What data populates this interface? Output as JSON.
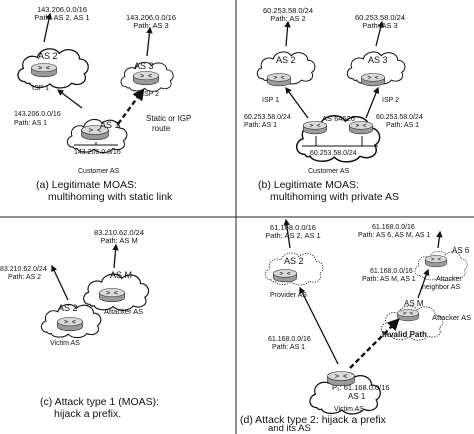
{
  "panel_a": {
    "caption_1": "(a) Legitimate MOAS:",
    "caption_2": "multihoming with static link",
    "as2": {
      "label": "AS 2",
      "isp": "ISP 1",
      "prefix": "143.206.0.0/16",
      "path": "Path: AS 2, AS 1"
    },
    "as3": {
      "label": "AS 3",
      "isp": "ISP 2",
      "prefix": "143.206.0.0/16",
      "path": "Path: AS 3"
    },
    "as1": {
      "label": "AS 1",
      "prefix": "143.206.0.0/16",
      "path": "Path: AS 1",
      "inner_prefix": "143.206.0.0/16",
      "name": "Customer AS"
    },
    "static_1": "Static or IGP",
    "static_2": "route"
  },
  "panel_b": {
    "caption_1": "(b) Legitimate MOAS:",
    "caption_2": "multihoming with private AS",
    "as2": {
      "label": "AS 2",
      "isp": "ISP 1",
      "prefix": "60.253.58.0/24",
      "path": "Path: AS 2"
    },
    "as3": {
      "label": "AS 3",
      "isp": "ISP 2",
      "prefix": "60.253.58.0/24",
      "path": "Path: AS 3"
    },
    "left_prefix": "60.253.58.0/24",
    "left_path": "Path: AS 1",
    "right_prefix": "60.253.58.0/24",
    "right_path": "Path: AS 1",
    "as_private": "AS 64626",
    "inner_prefix": "60.253.58.0/24",
    "name": "Customer AS"
  },
  "panel_c": {
    "caption_1": "(c) Attack type 1 (MOAS):",
    "caption_2": "hijack a prefix.",
    "asm": {
      "label": "AS M",
      "prefix": "83.210.62.0/24",
      "path": "Path: AS M",
      "name": "Attacker  AS"
    },
    "as2": {
      "label": "AS 2",
      "prefix": "83.210.62.0/24",
      "path": "Path: AS 2",
      "name": "Victim AS"
    }
  },
  "panel_d": {
    "caption_1": "(d) Attack type 2: hijack a prefix",
    "caption_2": "and its AS",
    "as2": {
      "label": "AS 2",
      "prefix": "61.168.0.0/16",
      "path": "Path: AS 2, AS 1",
      "name": "Provider AS"
    },
    "as6": {
      "label": "AS 6",
      "prefix": "61.168.0.0/16",
      "path": "Path: AS 6, AS M, AS 1",
      "name_1": "Attacker",
      "name_2": "neighbor AS"
    },
    "asm": {
      "label": "AS M",
      "prefix": "61.168.0.0/16",
      "path": "Path: AS M, AS 1",
      "name": "Attacker  AS"
    },
    "as1": {
      "label": "AS 1",
      "prefix": "61.168.0.0/16",
      "path": "Path: AS 1",
      "inner": "P₁: 61.168.0.0/16",
      "name": "Victim AS"
    },
    "invalid": "Invalid Path"
  }
}
